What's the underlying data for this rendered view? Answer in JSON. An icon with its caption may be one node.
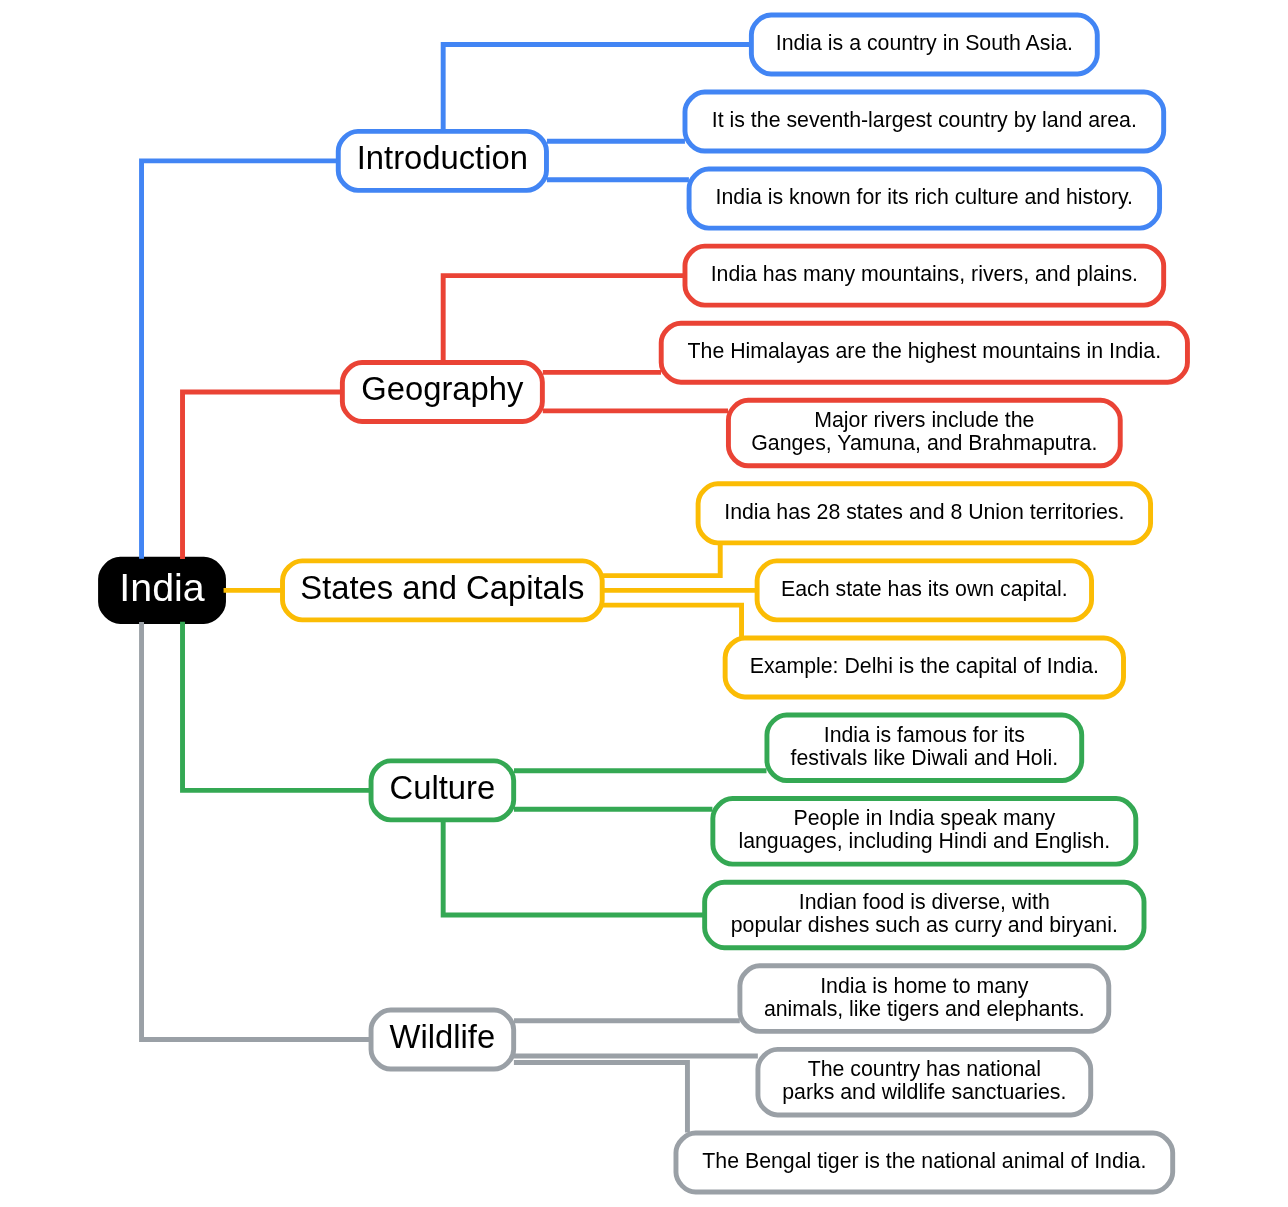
{
  "diagram": {
    "nodes": [
      {
        "text": [
          "India"
        ]
      },
      {
        "text": [
          "Introduction"
        ]
      },
      {
        "text": [
          "India is a country in South Asia."
        ]
      },
      {
        "text": [
          "It is the seventh-largest country by land area."
        ]
      },
      {
        "text": [
          "India is known for its rich culture and history."
        ]
      },
      {
        "text": [
          "Geography"
        ]
      },
      {
        "text": [
          "India has many mountains, rivers, and plains."
        ]
      },
      {
        "text": [
          "The Himalayas are the highest mountains in India."
        ]
      },
      {
        "text": [
          "Major rivers include the Ganges, Yamuna, and Brahmaputra."
        ]
      },
      {
        "text": [
          "States and Capitals"
        ]
      },
      {
        "text": [
          "India has 28 states and 8 Union territories."
        ]
      },
      {
        "text": [
          "Each state has its own capital."
        ]
      },
      {
        "text": [
          "Example: Delhi is the capital of India."
        ]
      },
      {
        "text": [
          "Culture"
        ]
      },
      {
        "text": [
          "India is famous for its festivals like Diwali and Holi."
        ]
      },
      {
        "text": [
          "People in India speak many languages, including Hindi and English."
        ]
      },
      {
        "text": [
          "Indian food is diverse, with popular dishes such as curry and biryani."
        ]
      },
      {
        "text": [
          "Wildlife"
        ]
      },
      {
        "text": [
          "India is home to many animals, like tigers and elephants."
        ]
      },
      {
        "text": [
          "The country has national parks and wildlife sanctuaries."
        ]
      },
      {
        "text": [
          "The Bengal tiger is the national animal of India."
        ]
      }
    ],
    "edges": [
      {
        "from": 0,
        "to": 1,
        "arrow": "none",
        "color": "#4285f4"
      },
      {
        "from": 1,
        "to": 2,
        "arrow": "none",
        "color": "#4285f4"
      },
      {
        "from": 1,
        "to": 3,
        "arrow": "none",
        "color": "#4285f4"
      },
      {
        "from": 1,
        "to": 4,
        "arrow": "none",
        "color": "#4285f4"
      },
      {
        "from": 0,
        "to": 5,
        "arrow": "none",
        "color": "#ea4335"
      },
      {
        "from": 5,
        "to": 6,
        "arrow": "none",
        "color": "#ea4335"
      },
      {
        "from": 5,
        "to": 7,
        "arrow": "none",
        "color": "#ea4335"
      },
      {
        "from": 5,
        "to": 8,
        "arrow": "none",
        "color": "#ea4335"
      },
      {
        "from": 0,
        "to": 9,
        "arrow": "none",
        "color": "#fbbc04"
      },
      {
        "from": 9,
        "to": 10,
        "arrow": "none",
        "color": "#fbbc04"
      },
      {
        "from": 9,
        "to": 11,
        "arrow": "none",
        "color": "#fbbc04"
      },
      {
        "from": 9,
        "to": 12,
        "arrow": "none",
        "color": "#fbbc04"
      },
      {
        "from": 0,
        "to": 13,
        "arrow": "none",
        "color": "#34a853"
      },
      {
        "from": 13,
        "to": 14,
        "arrow": "none",
        "color": "#34a853"
      },
      {
        "from": 13,
        "to": 15,
        "arrow": "none",
        "color": "#34a853"
      },
      {
        "from": 13,
        "to": 16,
        "arrow": "none",
        "color": "#34a853"
      },
      {
        "from": 0,
        "to": 17,
        "arrow": "none",
        "color": "#9aa0a6"
      },
      {
        "from": 17,
        "to": 18,
        "arrow": "none",
        "color": "#9aa0a6"
      },
      {
        "from": 17,
        "to": 19,
        "arrow": "none",
        "color": "#9aa0a6"
      },
      {
        "from": 17,
        "to": 20,
        "arrow": "none",
        "color": "#9aa0a6"
      }
    ]
  }
}
